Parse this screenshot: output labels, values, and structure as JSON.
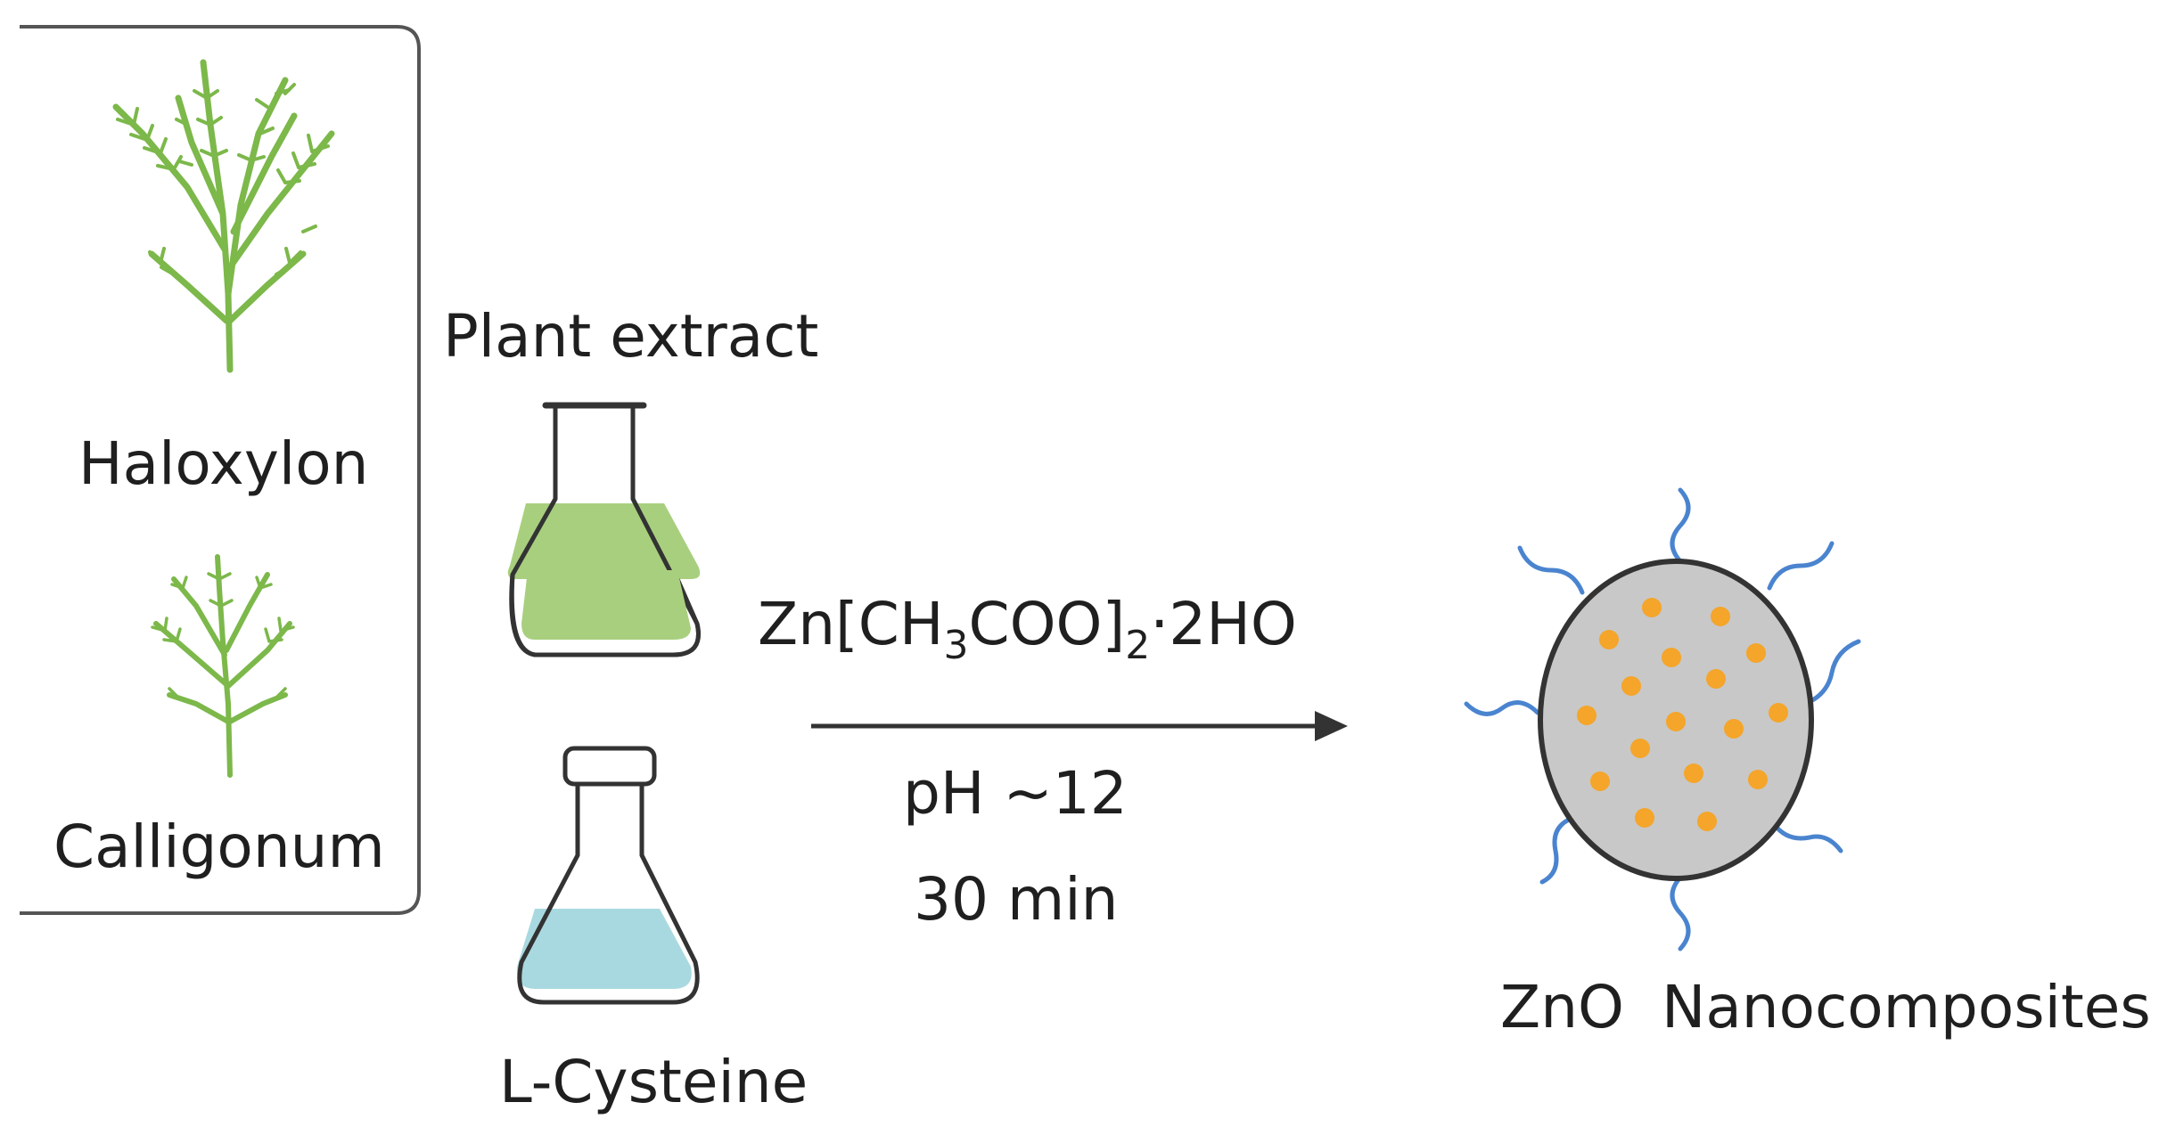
{
  "plants": {
    "first": "Haloxylon",
    "second": "Calligonum"
  },
  "flasks": {
    "top_label": "Plant extract",
    "bottom_label": "L-Cysteine"
  },
  "reaction": {
    "reagent_main": "Zn[CH",
    "reagent_sub1": "3",
    "reagent_mid": "COO]",
    "reagent_sub2": "2",
    "reagent_tail": "·2HO",
    "ph": "pH ~12",
    "time": "30 min"
  },
  "product": {
    "label": "ZnO  Nanocomposites"
  },
  "colors": {
    "plant_green": "#7cb84a",
    "extract_green": "#a8cf7e",
    "cysteine_blue": "#a9d9e0",
    "particle_grey": "#c8c8c8",
    "dot_orange": "#f4a52a",
    "ligand_blue": "#4a84cf",
    "outline": "#333333"
  }
}
